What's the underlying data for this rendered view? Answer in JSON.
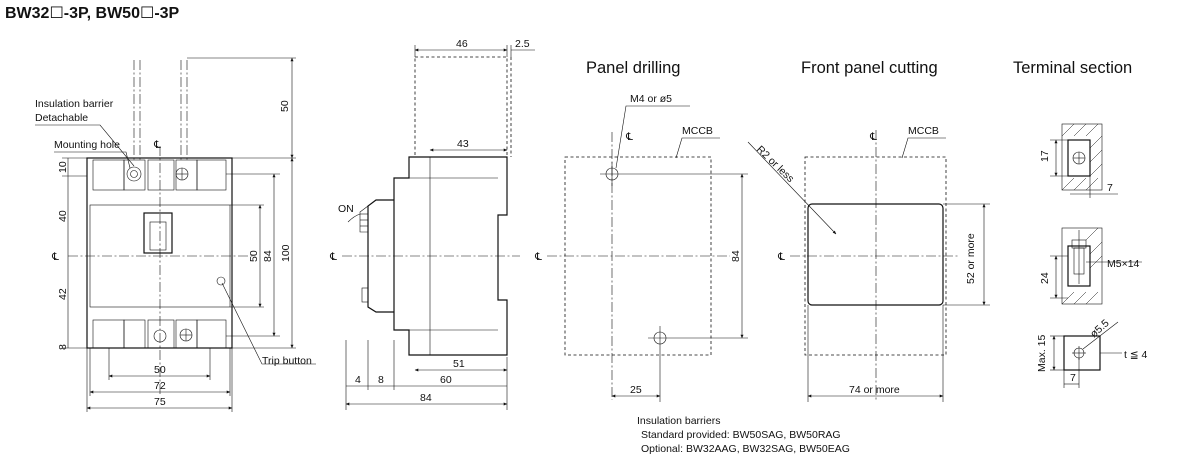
{
  "title": "BW32☐-3P, BW50☐-3P",
  "sections": {
    "panel_drilling": "Panel drilling",
    "front_panel_cutting": "Front panel cutting",
    "terminal_section": "Terminal section"
  },
  "front_view": {
    "insulation_barrier_l1": "Insulation barrier",
    "insulation_barrier_l2": "Detachable",
    "mounting_hole": "Mounting hole",
    "trip_button": "Trip button",
    "centerline": "℄",
    "dims": {
      "d50_top": "50",
      "d10": "10",
      "d40": "40",
      "d42": "42",
      "d8": "8",
      "d50_side": "50",
      "d84": "84",
      "d100": "100",
      "d50_bottom": "50",
      "d72": "72",
      "d75": "75"
    }
  },
  "side_view": {
    "on_label": "ON",
    "centerline": "℄",
    "dims": {
      "d46": "46",
      "d2_5": "2.5",
      "d43": "43",
      "d51": "51",
      "d4": "4",
      "d8": "8",
      "d60": "60",
      "d84": "84"
    }
  },
  "panel_drilling": {
    "hole_label": "M4 or ø5",
    "mccb": "MCCB",
    "centerline": "℄",
    "dims": {
      "d84": "84",
      "d25": "25"
    }
  },
  "front_panel_cutting": {
    "mccb": "MCCB",
    "radius": "R2 or less",
    "centerline": "℄",
    "dims": {
      "height": "52 or more",
      "width": "74 or more"
    }
  },
  "terminal_section": {
    "screw": "M5×14",
    "dims": {
      "d17": "17",
      "d7a": "7",
      "d24": "24",
      "max15": "Max. 15",
      "dia": "ø5.5",
      "t": "t ≦ 4",
      "d7b": "7"
    }
  },
  "notes": {
    "line1": "Insulation barriers",
    "line2": "Standard provided: BW50SAG, BW50RAG",
    "line3": "Optional: BW32AAG, BW32SAG, BW50EAG"
  }
}
